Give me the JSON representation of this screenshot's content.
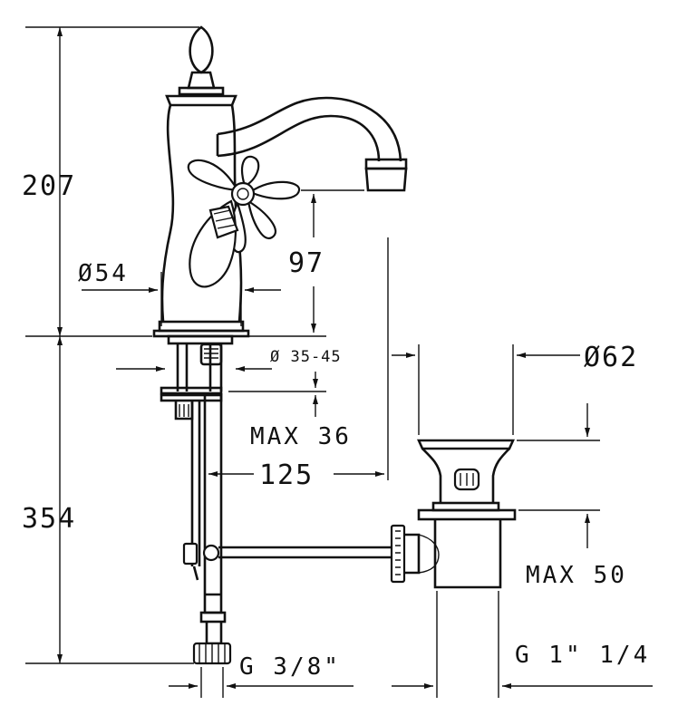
{
  "dimensions": {
    "height_upper": "207",
    "height_lower": "354",
    "spout_height": "97",
    "base_diameter": "Ø54",
    "hole_diameter": "Ø 35-45",
    "max_thickness": "MAX 36",
    "spout_reach": "125",
    "waste_diameter": "Ø62",
    "waste_max": "MAX 50",
    "inlet_thread": "G 3/8\"",
    "waste_thread": "G 1\" 1/4"
  },
  "colors": {
    "line": "#111111",
    "background": "#ffffff"
  }
}
